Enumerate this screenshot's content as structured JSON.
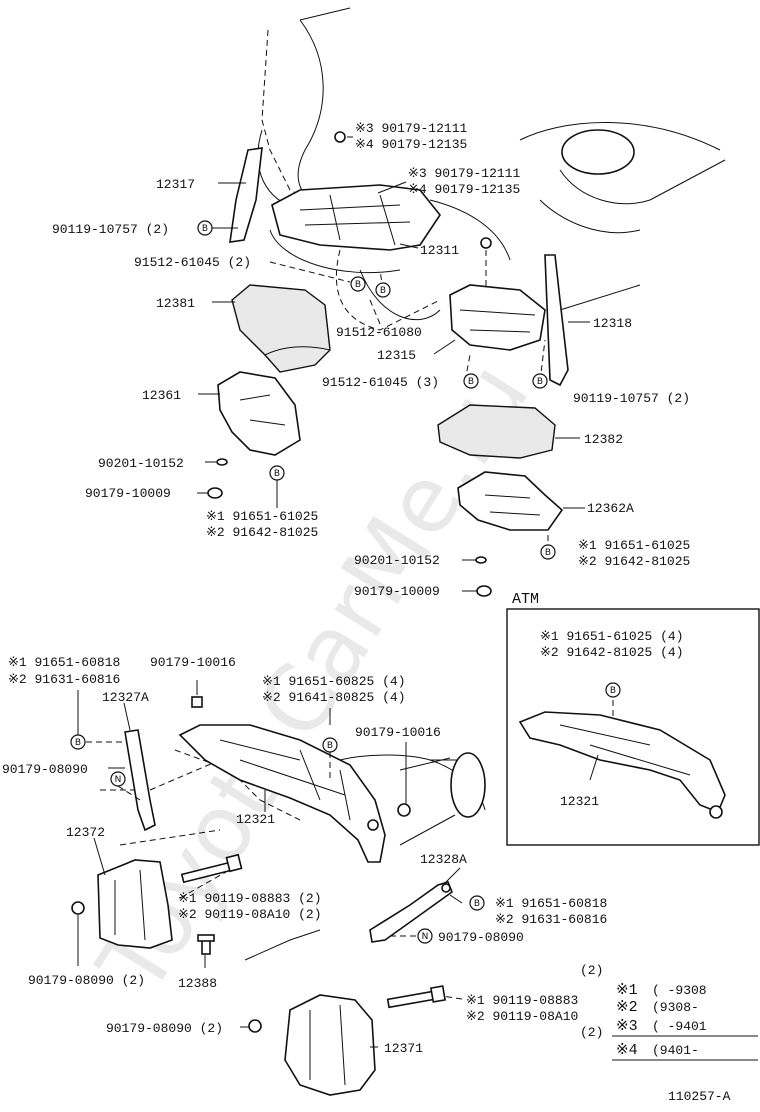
{
  "watermark": "ToyotaCarMe.ru",
  "diagram_id": "110257-A",
  "atm_title": "ATM",
  "legend": [
    {
      "mark": "※1",
      "range": "(      -9308"
    },
    {
      "mark": "※2",
      "range": "(9308-"
    },
    {
      "mark": "※3",
      "range": "(      -9401"
    },
    {
      "mark": "※4",
      "range": "(9401-"
    }
  ],
  "labels": {
    "p12317": "12317",
    "p90119_10757_l": "90119-10757 (2)",
    "p_s3_12111_top": "※3 90179-12111",
    "p_s4_12135_top": "※4 90179-12135",
    "p_s3_12111_mid": "※3 90179-12111",
    "p_s4_12135_mid": "※4 90179-12135",
    "p12311": "12311",
    "p91512_61045_2": "91512-61045 (2)",
    "p12381": "12381",
    "p91512_61080": "91512-61080",
    "p12318": "12318",
    "p12315": "12315",
    "p91512_61045_3": "91512-61045 (3)",
    "p90119_10757_r": "90119-10757 (2)",
    "p12361": "12361",
    "p12382": "12382",
    "p90201_10152_l": "90201-10152",
    "p90179_10009_l": "90179-10009",
    "p_s1_61025_l": "※1 91651-61025",
    "p_s2_81025_l": "※2 91642-81025",
    "p12362A": "12362A",
    "p_s1_61025_r": "※1 91651-61025",
    "p_s2_81025_r": "※2 91642-81025",
    "p90201_10152_r": "90201-10152",
    "p90179_10009_r": "90179-10009",
    "atm_s1": "※1 91651-61025 (4)",
    "atm_s2": "※2 91642-81025 (4)",
    "atm_12321": "12321",
    "p_s1_60818_l": "※1 91651-60818",
    "p_s2_60816_l": "※2 91631-60816",
    "p90179_10016_a": "90179-10016",
    "p_s1_60825": "※1 91651-60825 (4)",
    "p_s2_80825": "※2 91641-80825 (4)",
    "p12327A": "12327A",
    "p90179_10016_b": "90179-10016",
    "p90179_08090_l": "90179-08090",
    "p12321": "12321",
    "p12372": "12372",
    "p12328A": "12328A",
    "p_s1_08883_2": "※1 90119-08883 (2)",
    "p_s2_08A10_2": "※2 90119-08A10 (2)",
    "p_s1_60818_r": "※1 91651-60818",
    "p_s2_60816_r": "※2 91631-60816",
    "p90179_08090_r": "90179-08090",
    "p90179_08090_2a": "90179-08090 (2)",
    "p12388": "12388",
    "p_b_qty1": "(2)",
    "p_s1_08883": "※1 90119-08883",
    "p_s2_08A10": "※2 90119-08A10",
    "p_b_qty2": "(2)",
    "p90179_08090_2b": "90179-08090 (2)",
    "p12371": "12371"
  },
  "symbols": {
    "B": "B",
    "N": "N"
  }
}
